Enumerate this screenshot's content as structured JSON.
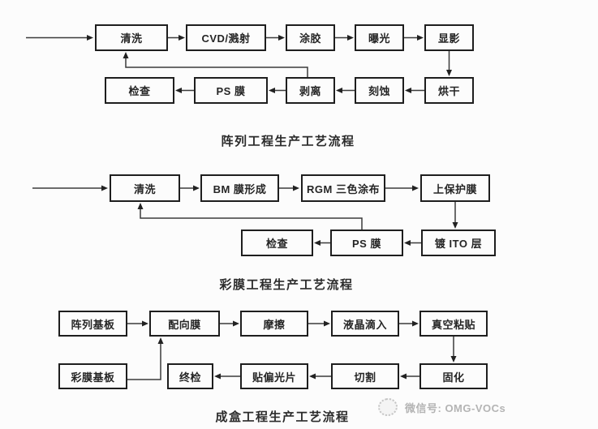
{
  "canvas": {
    "background": "#fcfcfc"
  },
  "colors": {
    "box_border": "#1e1e1e",
    "box_text": "#252525",
    "arrow_line": "#3b3b3b",
    "title_text": "#2b2b2b",
    "watermark_text": "#b4b4b4"
  },
  "flows": [
    {
      "id": "array-process",
      "title": "阵列工程生产工艺流程",
      "nodes": [
        {
          "label": "清洗"
        },
        {
          "label": "CVD/溅射"
        },
        {
          "label": "涂胶"
        },
        {
          "label": "曝光"
        },
        {
          "label": "显影"
        },
        {
          "label": "烘干"
        },
        {
          "label": "刻蚀"
        },
        {
          "label": "剥离"
        },
        {
          "label": "PS 膜"
        },
        {
          "label": "检查"
        }
      ],
      "edges": [
        {
          "from": "start",
          "to": "清洗"
        },
        {
          "from": "清洗",
          "to": "CVD/溅射"
        },
        {
          "from": "CVD/溅射",
          "to": "涂胶"
        },
        {
          "from": "涂胶",
          "to": "曝光"
        },
        {
          "from": "曝光",
          "to": "显影"
        },
        {
          "from": "显影",
          "to": "烘干"
        },
        {
          "from": "烘干",
          "to": "刻蚀"
        },
        {
          "from": "刻蚀",
          "to": "剥离"
        },
        {
          "from": "剥离",
          "to": "PS 膜"
        },
        {
          "from": "PS 膜",
          "to": "检查"
        },
        {
          "from": "剥离",
          "to": "清洗",
          "type": "feedback"
        }
      ]
    },
    {
      "id": "color-filter-process",
      "title": "彩膜工程生产工艺流程",
      "nodes": [
        {
          "label": "清洗"
        },
        {
          "label": "BM 膜形成"
        },
        {
          "label": "RGM 三色涂布"
        },
        {
          "label": "上保护膜"
        },
        {
          "label": "镀 ITO 层"
        },
        {
          "label": "PS 膜"
        },
        {
          "label": "检查"
        }
      ],
      "edges": [
        {
          "from": "start",
          "to": "清洗"
        },
        {
          "from": "清洗",
          "to": "BM 膜形成"
        },
        {
          "from": "BM 膜形成",
          "to": "RGM 三色涂布"
        },
        {
          "from": "RGM 三色涂布",
          "to": "上保护膜"
        },
        {
          "from": "上保护膜",
          "to": "镀 ITO 层"
        },
        {
          "from": "镀 ITO 层",
          "to": "PS 膜"
        },
        {
          "from": "PS 膜",
          "to": "检查"
        },
        {
          "from": "PS 膜",
          "to": "清洗",
          "type": "feedback"
        }
      ]
    },
    {
      "id": "cell-process",
      "title": "成盒工程生产工艺流程",
      "nodes": [
        {
          "label": "阵列基板"
        },
        {
          "label": "配向膜"
        },
        {
          "label": "摩擦"
        },
        {
          "label": "液晶滴入"
        },
        {
          "label": "真空粘贴"
        },
        {
          "label": "固化"
        },
        {
          "label": "切割"
        },
        {
          "label": "贴偏光片"
        },
        {
          "label": "终检"
        },
        {
          "label": "彩膜基板"
        }
      ],
      "edges": [
        {
          "from": "阵列基板",
          "to": "配向膜"
        },
        {
          "from": "配向膜",
          "to": "摩擦"
        },
        {
          "from": "摩擦",
          "to": "液晶滴入"
        },
        {
          "from": "液晶滴入",
          "to": "真空粘贴"
        },
        {
          "from": "真空粘贴",
          "to": "固化"
        },
        {
          "from": "固化",
          "to": "切割"
        },
        {
          "from": "切割",
          "to": "贴偏光片"
        },
        {
          "from": "贴偏光片",
          "to": "终检"
        },
        {
          "from": "彩膜基板",
          "to": "配向膜"
        }
      ]
    }
  ],
  "watermark": {
    "label": "微信号: OMG-VOCs"
  }
}
